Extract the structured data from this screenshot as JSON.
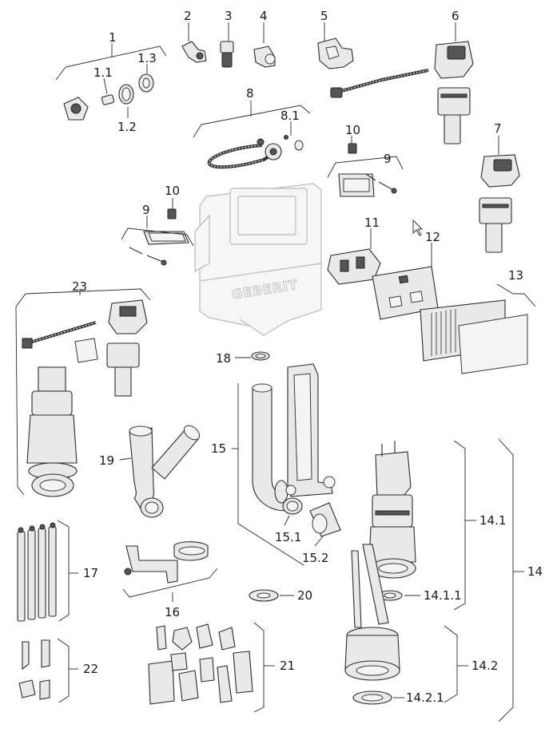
{
  "diagram": {
    "brand_on_frame": "GEBERIT",
    "callouts": [
      {
        "id": "c1",
        "text": "1"
      },
      {
        "id": "c1_1",
        "text": "1.1"
      },
      {
        "id": "c1_2",
        "text": "1.2"
      },
      {
        "id": "c1_3",
        "text": "1.3"
      },
      {
        "id": "c2",
        "text": "2"
      },
      {
        "id": "c3",
        "text": "3"
      },
      {
        "id": "c4",
        "text": "4"
      },
      {
        "id": "c5",
        "text": "5"
      },
      {
        "id": "c6",
        "text": "6"
      },
      {
        "id": "c7",
        "text": "7"
      },
      {
        "id": "c8",
        "text": "8"
      },
      {
        "id": "c8_1",
        "text": "8.1"
      },
      {
        "id": "c9a",
        "text": "9"
      },
      {
        "id": "c9b",
        "text": "9"
      },
      {
        "id": "c10a",
        "text": "10"
      },
      {
        "id": "c10b",
        "text": "10"
      },
      {
        "id": "c11",
        "text": "11"
      },
      {
        "id": "c12",
        "text": "12"
      },
      {
        "id": "c13",
        "text": "13"
      },
      {
        "id": "c14",
        "text": "14"
      },
      {
        "id": "c14_1",
        "text": "14.1"
      },
      {
        "id": "c14_1_1",
        "text": "14.1.1"
      },
      {
        "id": "c14_2",
        "text": "14.2"
      },
      {
        "id": "c14_2_1",
        "text": "14.2.1"
      },
      {
        "id": "c15",
        "text": "15"
      },
      {
        "id": "c15_1",
        "text": "15.1"
      },
      {
        "id": "c15_2",
        "text": "15.2"
      },
      {
        "id": "c16",
        "text": "16"
      },
      {
        "id": "c17",
        "text": "17"
      },
      {
        "id": "c18",
        "text": "18"
      },
      {
        "id": "c19",
        "text": "19"
      },
      {
        "id": "c20",
        "text": "20"
      },
      {
        "id": "c21",
        "text": "21"
      },
      {
        "id": "c22",
        "text": "22"
      },
      {
        "id": "c23",
        "text": "23"
      }
    ]
  }
}
